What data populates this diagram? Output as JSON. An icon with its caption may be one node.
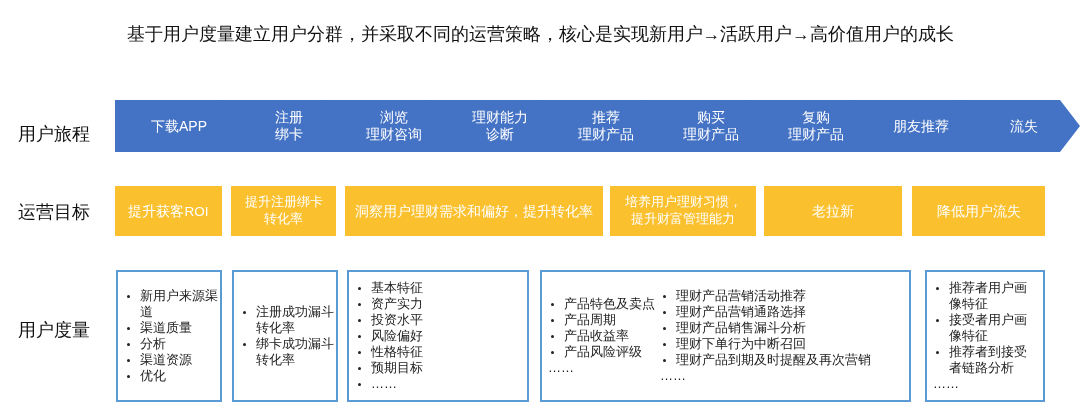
{
  "diagram": {
    "title": "基于用户度量建立用户分群，并采取不同的运营策略，核心是实现新用户→活跃用户→高价值用户的成长",
    "nodes": [
      {
        "text": [
          "下载APP"
        ]
      },
      {
        "text": [
          "注册绑卡"
        ]
      },
      {
        "text": [
          "浏览理财咨询"
        ]
      },
      {
        "text": [
          "理财能力诊断"
        ]
      },
      {
        "text": [
          "推荐理财产品"
        ]
      },
      {
        "text": [
          "购买理财产品"
        ]
      },
      {
        "text": [
          "复购理财产品"
        ]
      },
      {
        "text": [
          "朋友推荐"
        ]
      },
      {
        "text": [
          "流失"
        ]
      },
      {
        "text": [
          "提升获客ROI"
        ]
      },
      {
        "text": [
          "提升注册绑卡转化率"
        ]
      },
      {
        "text": [
          "洞察用户理财需求和偏好，提升转化率"
        ]
      },
      {
        "text": [
          "培养用户理财习惯，提升财富管理能力"
        ]
      },
      {
        "text": [
          "老拉新"
        ]
      },
      {
        "text": [
          "降低用户流失"
        ]
      },
      {
        "text": [
          "新用户来源渠道",
          "渠道质量",
          "分析",
          "渠道资源",
          "优化"
        ]
      },
      {
        "text": [
          "注册成功漏斗转化率",
          "绑卡成功漏斗转化率"
        ]
      },
      {
        "text": [
          "基本特征",
          "资产实力",
          "投资水平",
          "风险偏好",
          "性格特征",
          "预期目标",
          "……"
        ]
      },
      {
        "text": [
          "产品特色及卖点",
          "产品周期",
          "产品收益率",
          "产品风险评级",
          "……",
          "理财产品营销活动推荐",
          "理财产品营销通路选择",
          "理财产品销售漏斗分析",
          "理财下单行为中断召回",
          "理财产品到期及时提醒及再次营销",
          "……"
        ]
      },
      {
        "text": [
          "推荐者用户画像特征",
          "接受者用户画像特征",
          "推荐者到接受者链路分析",
          "……"
        ]
      }
    ],
    "labels": [
      "用户旅程",
      "运营目标",
      "用户度量"
    ]
  }
}
